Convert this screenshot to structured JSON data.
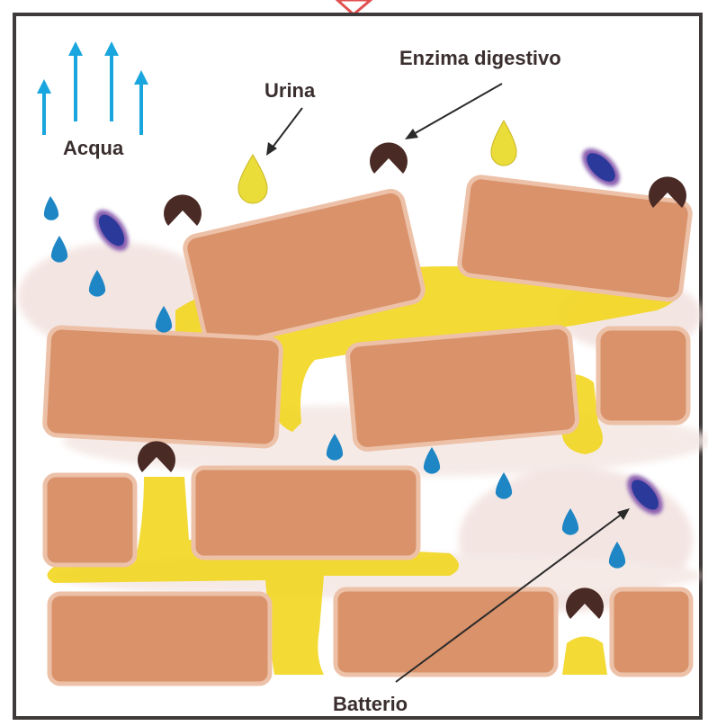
{
  "labels": {
    "water": "Acqua",
    "urine": "Urina",
    "enzyme": "Enzima digestivo",
    "bacterium": "Batterio"
  },
  "colors": {
    "frame": "#3f3a3a",
    "background": "#ffffff",
    "brick": "#d9926a",
    "brick_edge": "#e8b699",
    "urine": "#f2d61e",
    "water_drop": "#1e86c4",
    "water_arrow": "#19a6de",
    "enzyme": "#4a2a24",
    "bacterium": "#2b3a9a",
    "bacterium_halo": "#8a5fb0",
    "mortar_texture": "#f1dfdb"
  }
}
